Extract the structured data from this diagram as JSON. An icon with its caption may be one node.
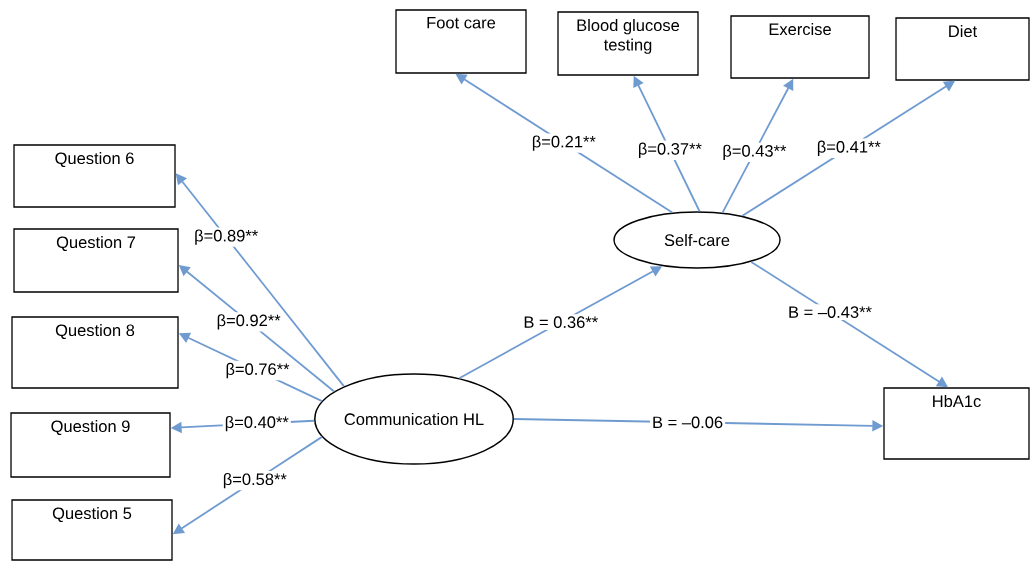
{
  "diagram": {
    "nodes": [
      {
        "text": [
          "Foot care"
        ]
      },
      {
        "text": [
          "Blood glucose testing"
        ]
      },
      {
        "text": [
          "Exercise"
        ]
      },
      {
        "text": [
          "Diet"
        ]
      },
      {
        "text": [
          "Question 6"
        ]
      },
      {
        "text": [
          "Question 7"
        ]
      },
      {
        "text": [
          "Self-care"
        ]
      },
      {
        "text": [
          "Question 8"
        ]
      },
      {
        "text": [
          "Communication HL"
        ]
      },
      {
        "text": [
          "HbA1c"
        ]
      },
      {
        "text": [
          "Question 9"
        ]
      },
      {
        "text": [
          "Question 5"
        ]
      }
    ],
    "edges": [
      {
        "from": 6,
        "to": 0,
        "arrow": "to",
        "label": "β=0.21**"
      },
      {
        "from": 6,
        "to": 1,
        "arrow": "to",
        "label": "β=0.37**"
      },
      {
        "from": 6,
        "to": 2,
        "arrow": "to",
        "label": "β=0.43**"
      },
      {
        "from": 6,
        "to": 3,
        "arrow": "to",
        "label": "β=0.41**"
      },
      {
        "from": 8,
        "to": 4,
        "arrow": "to",
        "label": "β=0.89**"
      },
      {
        "from": 8,
        "to": 5,
        "arrow": "to",
        "label": "β=0.92**"
      },
      {
        "from": 8,
        "to": 7,
        "arrow": "to",
        "label": "β=0.76**"
      },
      {
        "from": 8,
        "to": 10,
        "arrow": "to",
        "label": "β=0.40**"
      },
      {
        "from": 8,
        "to": 11,
        "arrow": "to",
        "label": "β=0.58**"
      },
      {
        "from": 8,
        "to": 6,
        "arrow": "to",
        "label": "B = 0.36**"
      },
      {
        "from": 6,
        "to": 9,
        "arrow": "to",
        "label": "B = –0.43**"
      },
      {
        "from": 8,
        "to": 9,
        "arrow": "to",
        "label": "B = –0.06"
      }
    ]
  }
}
